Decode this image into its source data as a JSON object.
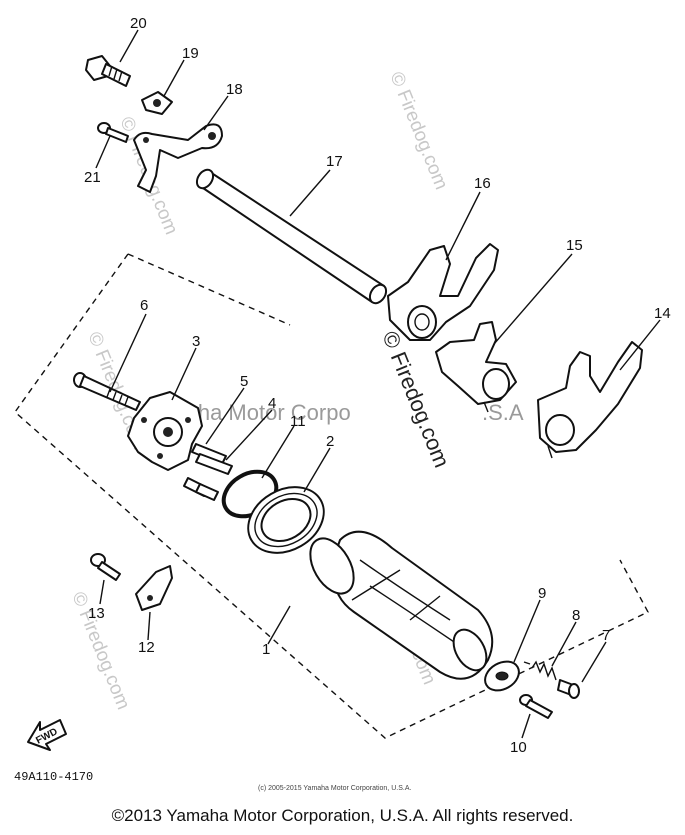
{
  "callouts": {
    "c1": "1",
    "c2": "2",
    "c3": "3",
    "c4": "4",
    "c5": "5",
    "c6": "6",
    "c7": "7",
    "c8": "8",
    "c9": "9",
    "c10": "10",
    "c11": "11",
    "c12": "12",
    "c13": "13",
    "c14": "14",
    "c15": "15",
    "c16": "16",
    "c17": "17",
    "c18": "18",
    "c19": "19",
    "c20": "20",
    "c21": "21"
  },
  "watermarks": {
    "firedog": "© Firedog.com",
    "yamaha": "Yamaha Motor Corpo",
    "yamaha_tail": ".S.A"
  },
  "fwd_label": "FWD",
  "part_code": "49A110-4170",
  "small_copyright": "(c) 2005-2015 Yamaha Motor Corporation, U.S.A.",
  "footer_copyright": "©2013 Yamaha Motor Corporation, U.S.A. All rights reserved."
}
